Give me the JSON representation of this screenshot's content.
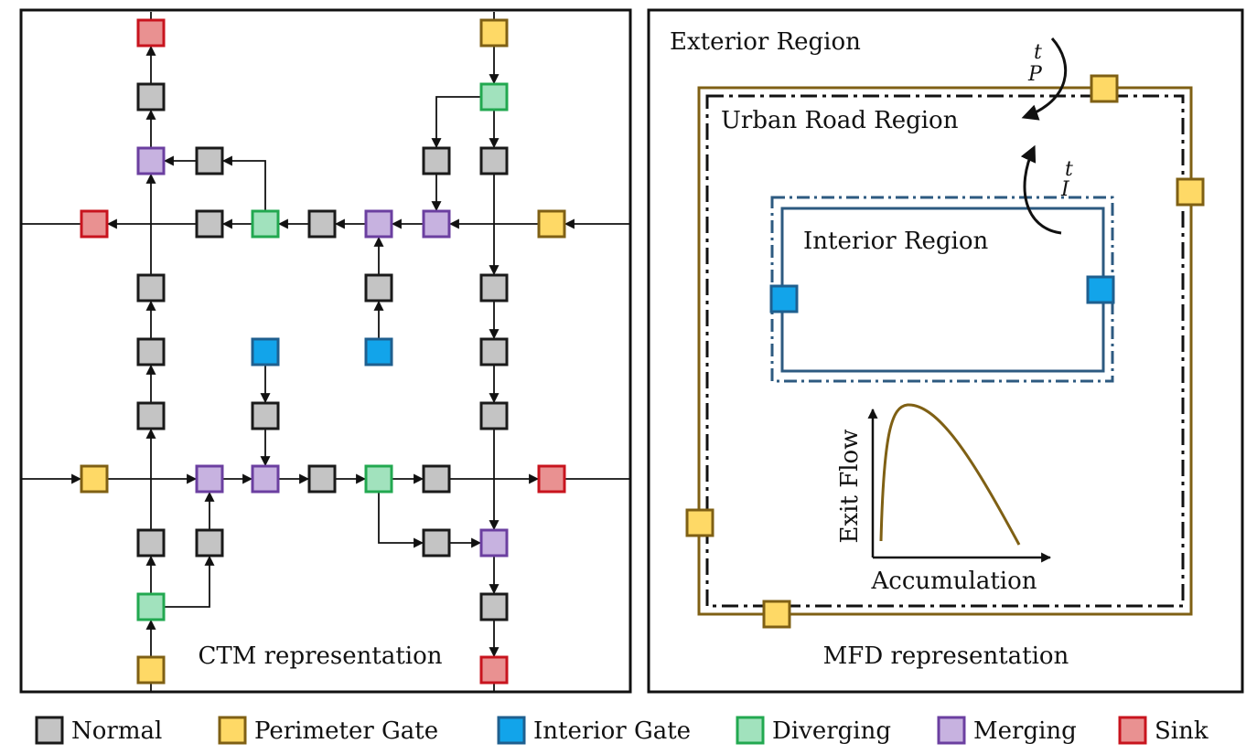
{
  "colors": {
    "normal": {
      "fill": "#c4c4c4",
      "stroke": "#1a1a1a"
    },
    "perimeter": {
      "fill": "#fed966",
      "stroke": "#7f6014"
    },
    "interior": {
      "fill": "#12a4ea",
      "stroke": "#1f5f8f"
    },
    "diverging": {
      "fill": "#a1e2bd",
      "stroke": "#22a850"
    },
    "merging": {
      "fill": "#c7b2e0",
      "stroke": "#6b3fa0"
    },
    "sink": {
      "fill": "#e99191",
      "stroke": "#c8141e"
    },
    "mfd_curve": "#7f6014",
    "interior_border": "#2d5a80",
    "perimeter_border": "#7f6014"
  },
  "legend": [
    {
      "type": "normal",
      "label": "Normal"
    },
    {
      "type": "perimeter",
      "label": "Perimeter Gate"
    },
    {
      "type": "interior",
      "label": "Interior Gate"
    },
    {
      "type": "diverging",
      "label": "Diverging"
    },
    {
      "type": "merging",
      "label": "Merging"
    },
    {
      "type": "sink",
      "label": "Sink"
    }
  ],
  "ctm": {
    "caption": "CTM representation"
  },
  "mfd": {
    "caption": "MFD representation",
    "exterior_label": "Exterior Region",
    "urban_label": "Urban Road Region",
    "interior_label": "Interior Region",
    "tp_main": "t",
    "tp_sub": "P",
    "ti_main": "t",
    "ti_sub": "I",
    "ylabel": "Exit Flow",
    "xlabel": "Accumulation"
  }
}
